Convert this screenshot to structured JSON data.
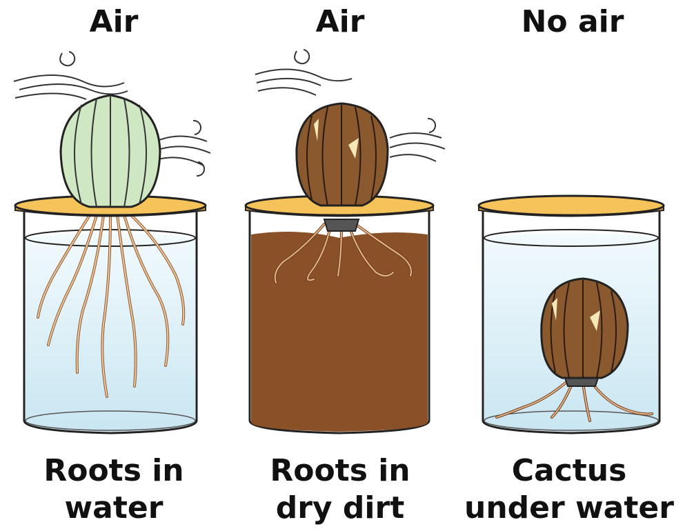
{
  "panels": [
    {
      "top_label": "Air",
      "bottom_line1": "Roots in",
      "bottom_line2": "water"
    },
    {
      "top_label": "Air",
      "bottom_line1": "Roots in",
      "bottom_line2": "dry dirt"
    },
    {
      "top_label": "No air",
      "bottom_line1": "Cactus",
      "bottom_line2": "under water"
    }
  ],
  "colors": {
    "lid": "#f5c35a",
    "water": "#d7eef7",
    "dirt": "#8a5128",
    "healthy_cactus": "#cfe8c3",
    "rotten_cactus": "#8a5a2e",
    "root": "#e6b58a"
  }
}
